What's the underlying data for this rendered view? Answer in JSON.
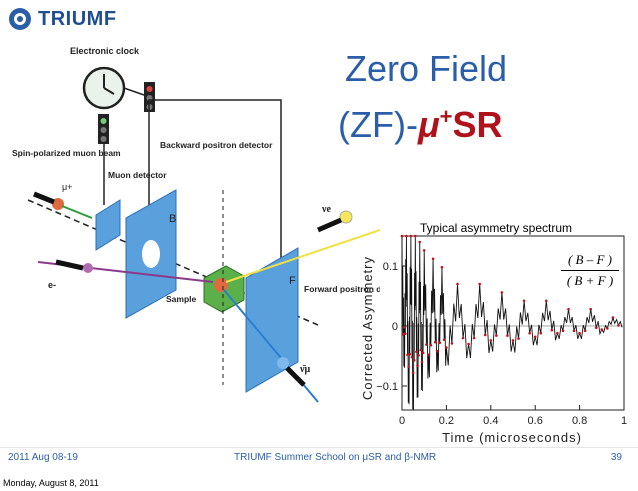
{
  "header": {
    "logo_text": "TRIUMF"
  },
  "title": {
    "line1": "Zero Field",
    "line2_prefix": "(ZF)-",
    "line2_mu": "μ",
    "line2_plus": "+",
    "line2_sr": "SR"
  },
  "diagram": {
    "labels": {
      "clock": "Electronic clock",
      "muon_beam": "Spin-polarized muon beam",
      "muon_detector": "Muon detector",
      "backward": "Backward positron detector",
      "forward": "Forward positron detector",
      "sample": "Sample",
      "mu_plus": "μ+",
      "e_minus": "e-",
      "nu_e": "νe",
      "nu_mu_bar": "ν̄μ",
      "b": "B",
      "f": "F"
    }
  },
  "chart_data": {
    "type": "line",
    "title": "Typical asymmetry spectrum",
    "xlabel": "Time  (microseconds)",
    "ylabel": "Corrected  Asymmetry",
    "xlim": [
      0,
      1
    ],
    "ylim": [
      -0.14,
      0.15
    ],
    "xticks": [
      "0",
      "0.2",
      "0.4",
      "0.6",
      "0.8",
      "1"
    ],
    "yticks": [
      "0.1",
      "0",
      "−0.1"
    ],
    "formula": {
      "numerator": "( B – F )",
      "denominator": "( B + F )"
    },
    "grid": false,
    "series": [
      {
        "x": [
          0,
          0.01,
          0.02,
          0.03,
          0.04,
          0.05,
          0.06,
          0.07,
          0.08,
          0.09,
          0.1,
          0.12,
          0.14,
          0.16,
          0.18,
          0.2,
          0.25,
          0.3,
          0.35,
          0.4,
          0.45,
          0.5,
          0.55,
          0.6,
          0.65,
          0.7,
          0.75,
          0.8,
          0.85,
          0.9,
          0.95,
          1.0
        ],
        "y": [
          0.11,
          -0.05,
          0.12,
          -0.12,
          0.13,
          -0.13,
          0.12,
          -0.11,
          0.1,
          -0.1,
          0.09,
          -0.08,
          0.08,
          -0.07,
          0.07,
          -0.06,
          0.05,
          -0.05,
          0.05,
          -0.04,
          0.04,
          -0.04,
          0.03,
          -0.03,
          0.03,
          -0.02,
          0.02,
          -0.02,
          0.02,
          -0.01,
          0.01,
          0.0
        ]
      }
    ]
  },
  "footer": {
    "left": "2011 Aug 08-19",
    "middle": "TRIUMF Summer School on μSR and β-NMR",
    "page": "39"
  },
  "date_stamp": "Monday, August 8, 2011"
}
